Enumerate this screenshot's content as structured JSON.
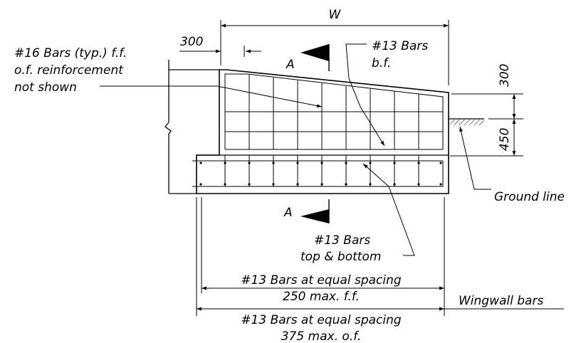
{
  "labels": {
    "width_symbol": "W",
    "dim_300_left": "300",
    "dim_300_right": "300",
    "dim_450": "450",
    "section_mark_top": "A",
    "section_mark_bottom": "A",
    "bars16_line1": "#16 Bars (typ.) f.f.",
    "bars16_line2": "o.f. reinforcement",
    "bars16_line3": "not shown",
    "bars13_bf_line1": "#13 Bars",
    "bars13_bf_line2": "b.f.",
    "ground_line": "Ground line",
    "bars13_tb_line1": "#13 Bars",
    "bars13_tb_line2": "top & bottom",
    "ff_spacing_line1": "#13 Bars at equal spacing",
    "ff_spacing_line2": "250 max. f.f.",
    "wingwall_bars": "Wingwall bars",
    "of_spacing_line1": "#13 Bars at equal spacing",
    "of_spacing_line2": "375 max. o.f."
  }
}
